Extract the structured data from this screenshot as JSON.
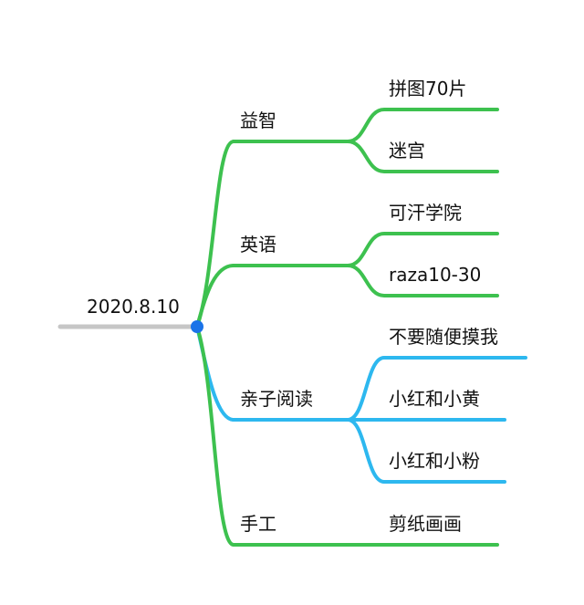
{
  "root": {
    "label": "2020.8.10"
  },
  "colors": {
    "root_line": "#c6c6c6",
    "root_dot": "#1a73e8",
    "green": "#3dc14f",
    "blue": "#2db8ef",
    "text": "#111111"
  },
  "branches": [
    {
      "label": "益智",
      "color": "green",
      "children": [
        "拼图70片",
        "迷宫"
      ]
    },
    {
      "label": "英语",
      "color": "green",
      "children": [
        "可汗学院",
        "raza10-30"
      ]
    },
    {
      "label": "亲子阅读",
      "color": "blue",
      "children": [
        "不要随便摸我",
        "小红和小黄",
        "小红和小粉"
      ]
    },
    {
      "label": "手工",
      "color": "green",
      "children": [
        "剪纸画画"
      ]
    }
  ]
}
